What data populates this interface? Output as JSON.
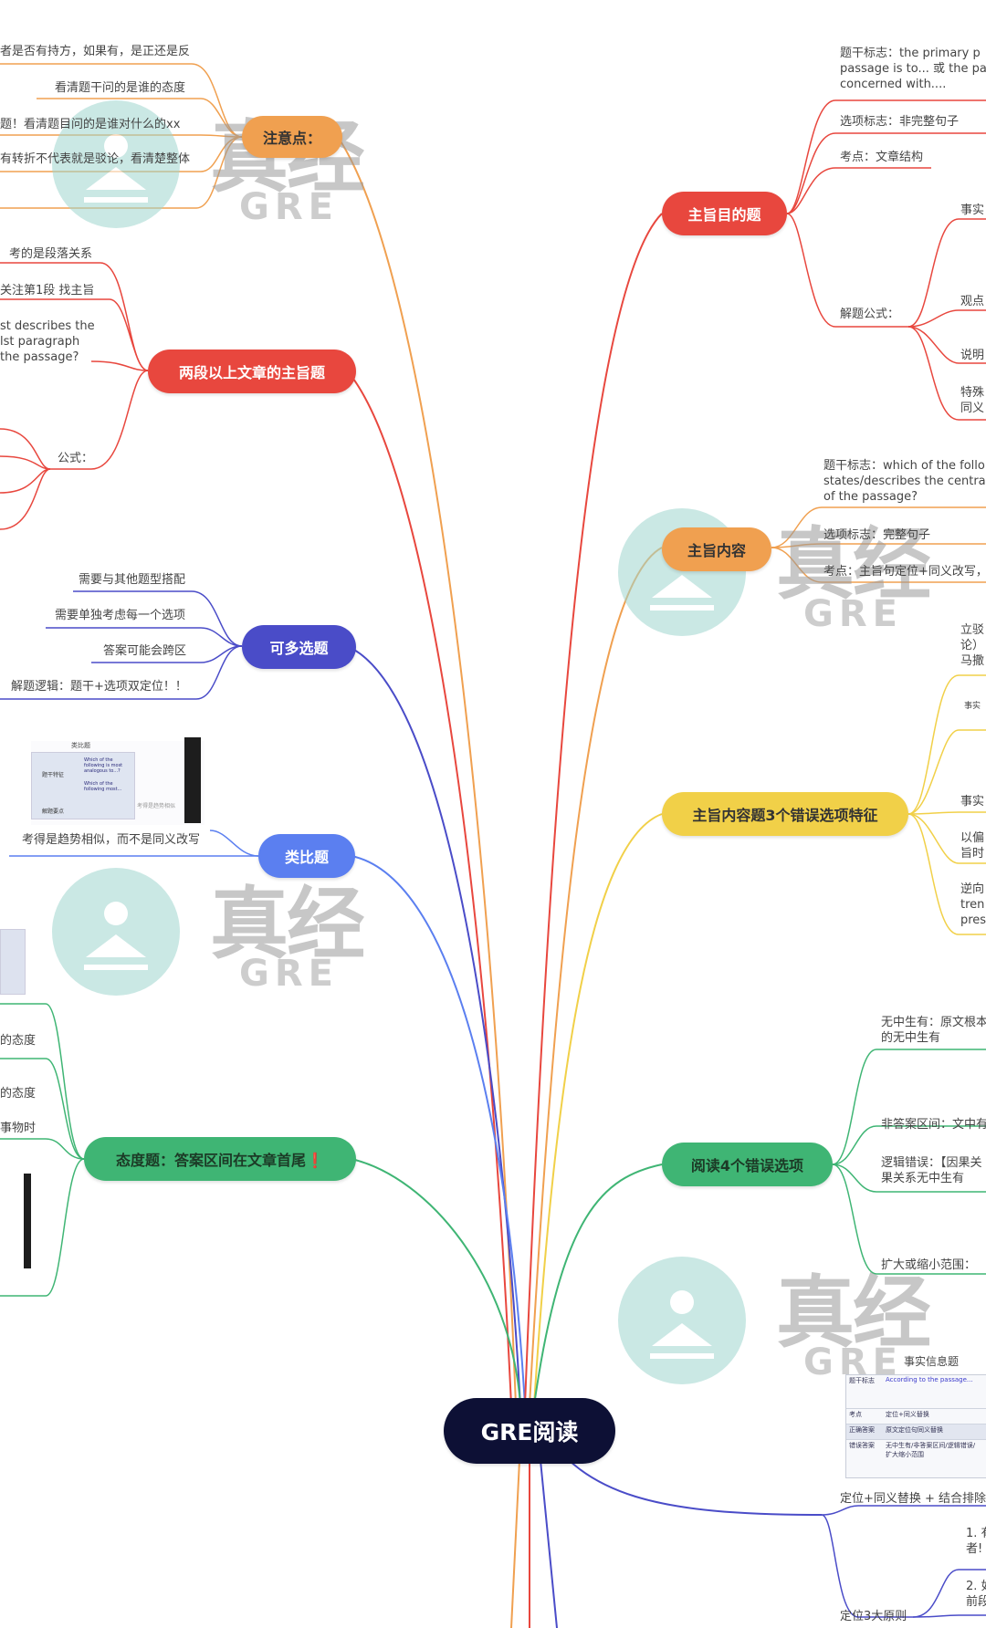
{
  "colors": {
    "center": "#0d1035",
    "red": "#e8473e",
    "orange": "#f0a050",
    "yellow": "#f1d048",
    "blue": "#4a4cc8",
    "lightblue": "#5b7ff0",
    "green": "#3fb574"
  },
  "center": {
    "label": "GRE阅读"
  },
  "branches": {
    "left": [
      {
        "id": "notes",
        "label": "注意点：",
        "color": "orange",
        "items": [
          "者是否有持方，如果有，是正还是反",
          "看清题干问的是谁的态度",
          "题！看清题目问的是谁对什么的xx",
          "有转折不代表就是驳论，看清楚整体"
        ]
      },
      {
        "id": "multi-para",
        "label": "两段以上文章的主旨题",
        "color": "red",
        "items": [
          "考的是段落关系",
          "关注第1段 找主旨",
          "st describes the\nlst paragraph\nthe passage?",
          "公式："
        ]
      },
      {
        "id": "multi-choice",
        "label": "可多选题",
        "color": "blue",
        "items": [
          "需要与其他题型搭配",
          "需要单独考虑每一个选项",
          "答案可能会跨区",
          "解题逻辑：题干+选项双定位！！"
        ]
      },
      {
        "id": "analogy",
        "label": "类比题",
        "color": "lightblue",
        "items": [
          "考得是趋势相似，而不是同义改写"
        ]
      },
      {
        "id": "attitude",
        "label": "态度题：答案区间在文章首尾❗",
        "color": "green",
        "items": [
          "的态度",
          "的态度",
          "事物时"
        ]
      }
    ],
    "right": [
      {
        "id": "purpose",
        "label": "主旨目的题",
        "color": "red",
        "items": [
          "题干标志：the primary p\npassage is to... 或 the pas\nconcerned with....",
          "选项标志：非完整句子",
          "考点：文章结构",
          "解题公式："
        ],
        "subitems": [
          "事实",
          "观点",
          "说明",
          "特殊\n同义"
        ]
      },
      {
        "id": "main-content",
        "label": "主旨内容",
        "color": "orange",
        "items": [
          "题干标志：which of the follo\nstates/describes the centra\nof the passage?",
          "选项标志：完整句子",
          "考点：主旨句定位+同义改写，"
        ]
      },
      {
        "id": "three-errors",
        "label": "主旨内容题3个错误选项特征",
        "color": "yellow",
        "items": [
          "立驳\n论）\n马撒",
          "事实",
          "事实",
          "以偏\n旨时",
          "逆向\ntren\npres"
        ]
      },
      {
        "id": "four-errors",
        "label": "阅读4个错误选项",
        "color": "green",
        "items": [
          "无中生有：原文根本\n的无中生有",
          "非答案区间：文中有",
          "逻辑错误：【因果关\n果关系无中生有",
          "扩大或缩小范围："
        ]
      },
      {
        "id": "locate",
        "label": "",
        "color": "blue",
        "items": [
          "事实信息题",
          "定位+同义替换 + 结合排除法",
          "1. 有\n者!",
          "2. 如\n前段",
          "定位3大原则"
        ]
      }
    ]
  },
  "thumb1": {
    "title": "类比题",
    "label_a": "题干特征",
    "label_b": "解题要点",
    "q1": "Which of the\nfollowing is most\nanalogous to...?",
    "q2": "Which of the\nfollowing most...",
    "tip": "考得是趋势相似"
  },
  "table": {
    "title": "事实信息题",
    "rows": [
      [
        "题干标志",
        "According to the passage..."
      ],
      [
        "考点",
        "定位+同义替换"
      ],
      [
        "正确答案",
        "原文定位句同义替换"
      ],
      [
        "错误答案",
        "无中生有/非答案区间/逻辑错误/扩大缩小范围"
      ]
    ]
  },
  "watermark": {
    "brand": "真经",
    "sub": "GRE"
  }
}
